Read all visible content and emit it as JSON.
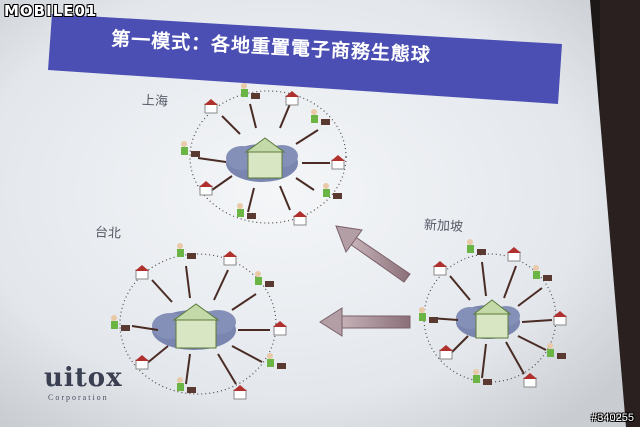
{
  "watermark": {
    "text": "MOBILE01"
  },
  "photo_id": "#340255",
  "slide": {
    "title": "第一模式：各地重置電子商務生態球",
    "cities": {
      "shanghai": "上海",
      "taipei": "台北",
      "singapore": "新加坡"
    },
    "logo": {
      "name": "uitox",
      "subtitle": "Corporation"
    }
  },
  "colors": {
    "title_band": "#4b4fb3",
    "screen": "#e8ecf0",
    "cloud": "#7b86b0",
    "house_roof": "#b0302d",
    "arrow": "#4a2c25",
    "background": "#1e1a1a"
  }
}
